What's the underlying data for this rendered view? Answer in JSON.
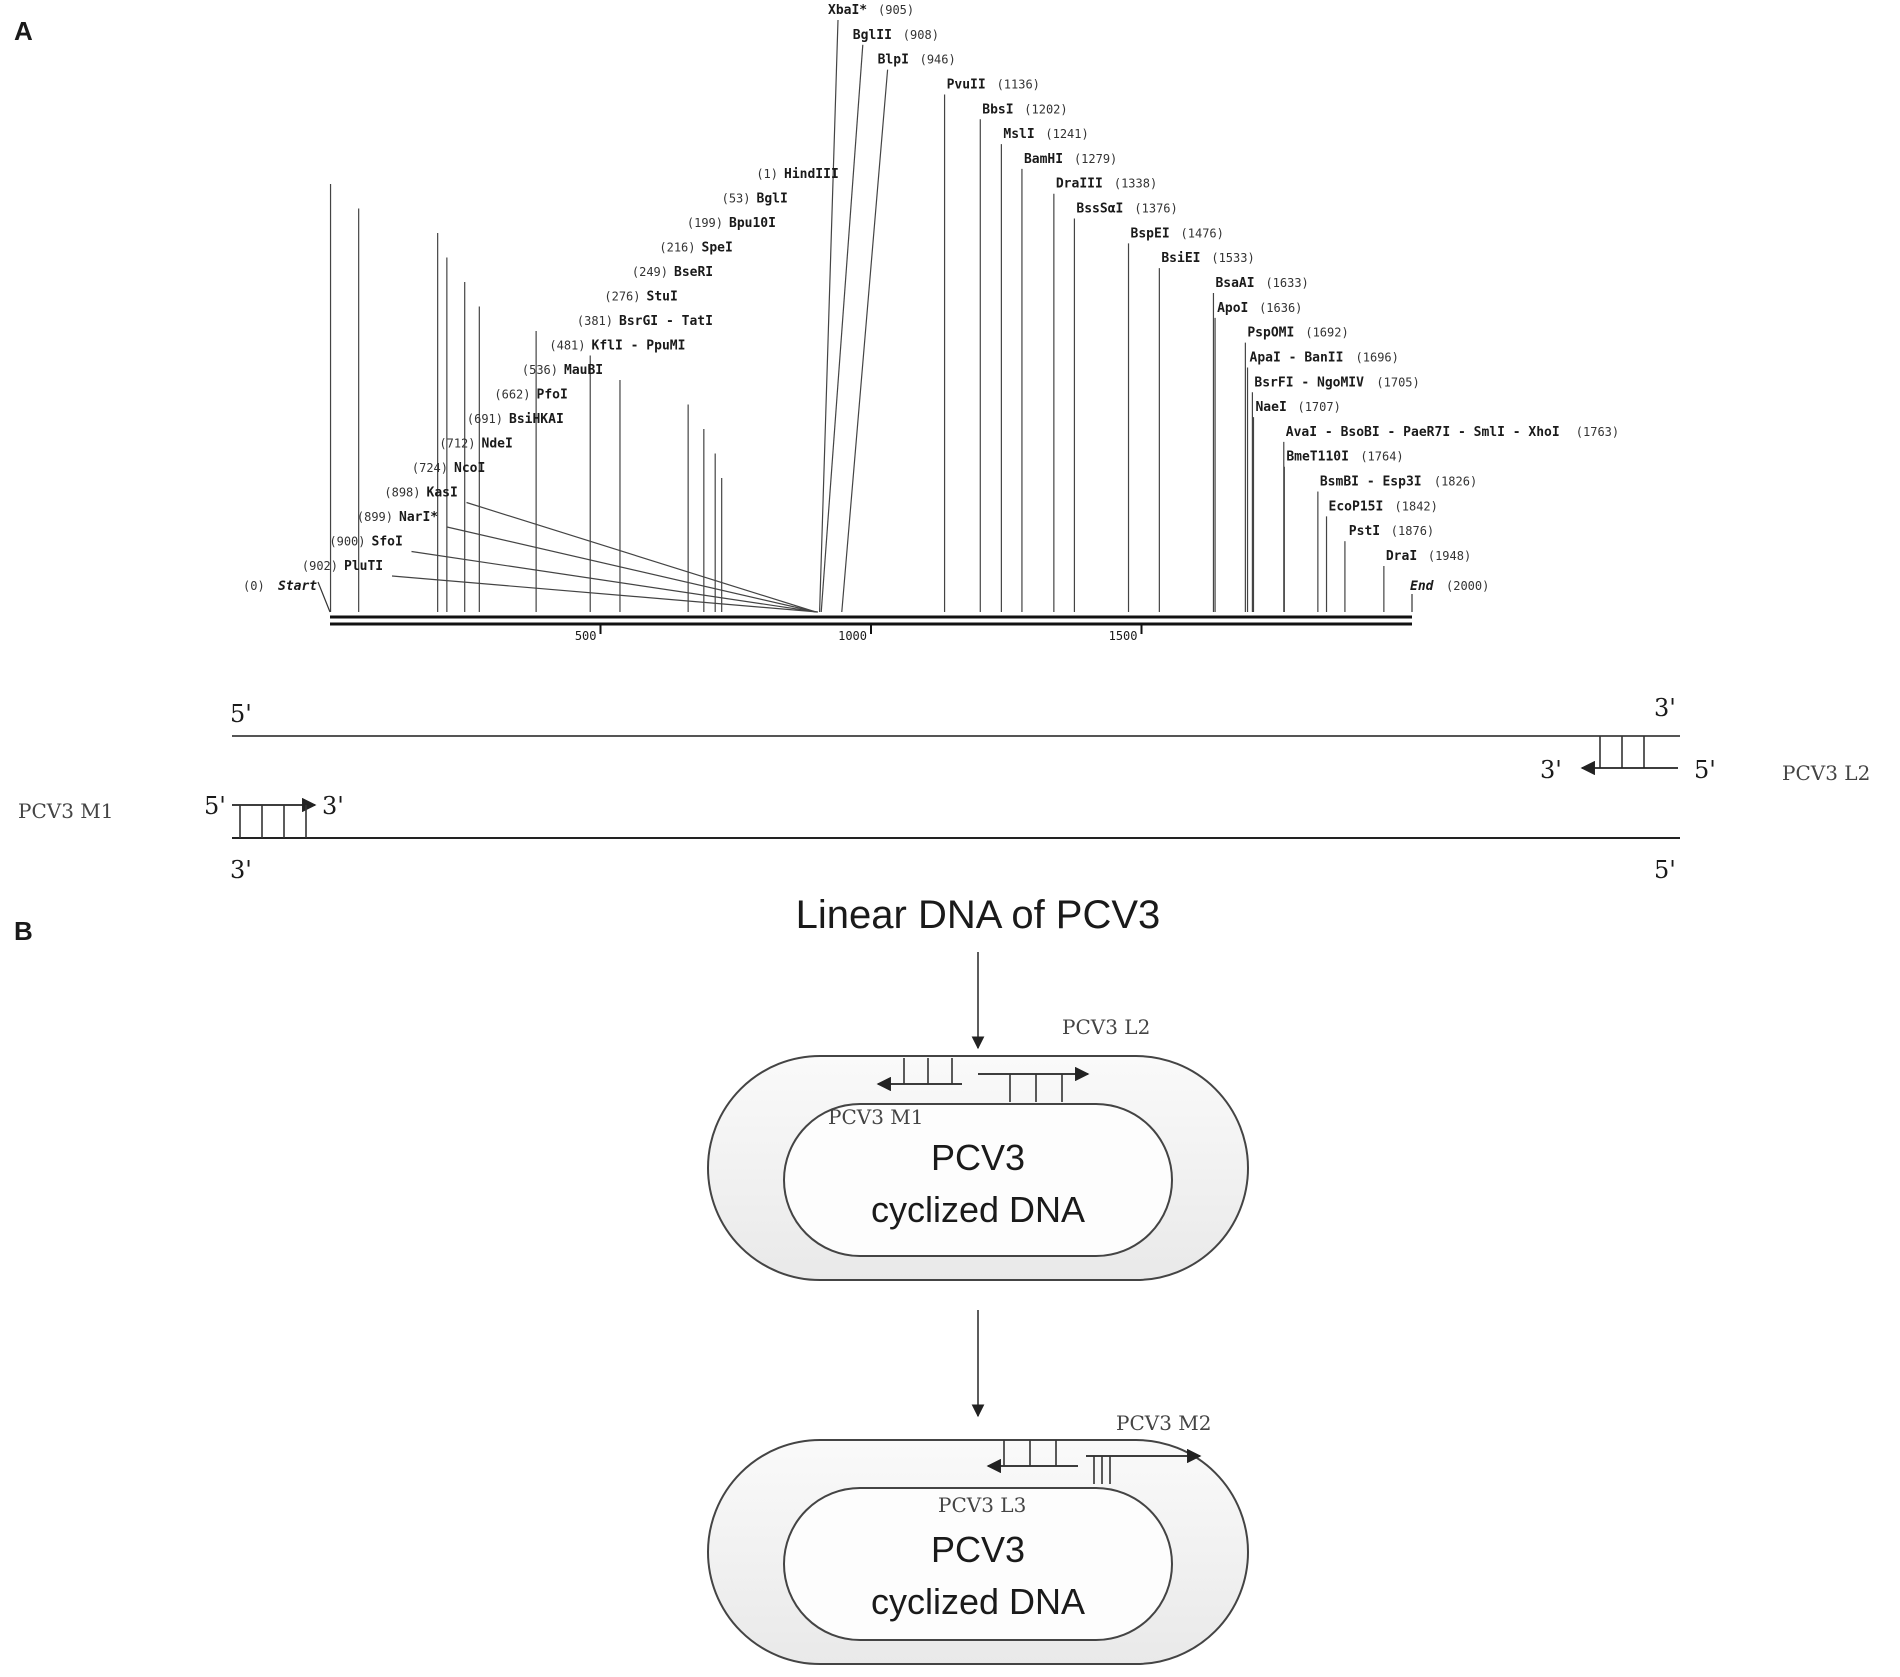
{
  "panels": {
    "a": "A",
    "b": "B"
  },
  "map": {
    "start": {
      "pos": "(0)",
      "name": "Start"
    },
    "end": {
      "pos": "(2000)",
      "name": "End"
    },
    "ticks": [
      "500",
      "1000",
      "1500"
    ],
    "enzymes": [
      {
        "name": "HindIII",
        "pos": "(1)",
        "site": 1,
        "side": "L"
      },
      {
        "name": "BglI",
        "pos": "(53)",
        "site": 53,
        "side": "L"
      },
      {
        "name": "Bpu10I",
        "pos": "(199)",
        "site": 199,
        "side": "L"
      },
      {
        "name": "SpeI",
        "pos": "(216)",
        "site": 216,
        "side": "L"
      },
      {
        "name": "BseRI",
        "pos": "(249)",
        "site": 249,
        "side": "L"
      },
      {
        "name": "StuI",
        "pos": "(276)",
        "site": 276,
        "side": "L"
      },
      {
        "name": "BsrGI - TatI",
        "pos": "(381)",
        "site": 381,
        "side": "L"
      },
      {
        "name": "KflI - PpuMI",
        "pos": "(481)",
        "site": 481,
        "side": "L"
      },
      {
        "name": "MauBI",
        "pos": "(536)",
        "site": 536,
        "side": "L"
      },
      {
        "name": "PfoI",
        "pos": "(662)",
        "site": 662,
        "side": "L"
      },
      {
        "name": "BsiHKAI",
        "pos": "(691)",
        "site": 691,
        "side": "L"
      },
      {
        "name": "NdeI",
        "pos": "(712)",
        "site": 712,
        "side": "L"
      },
      {
        "name": "NcoI",
        "pos": "(724)",
        "site": 724,
        "side": "L"
      },
      {
        "name": "KasI",
        "pos": "(898)",
        "site": 898,
        "side": "L"
      },
      {
        "name": "NarI*",
        "pos": "(899)",
        "site": 899,
        "side": "L"
      },
      {
        "name": "SfoI",
        "pos": "(900)",
        "site": 900,
        "side": "L"
      },
      {
        "name": "PluTI",
        "pos": "(902)",
        "site": 902,
        "side": "L"
      },
      {
        "name": "XbaI*",
        "pos": "(905)",
        "site": 905,
        "side": "R"
      },
      {
        "name": "BglII",
        "pos": "(908)",
        "site": 908,
        "side": "R"
      },
      {
        "name": "BlpI",
        "pos": "(946)",
        "site": 946,
        "side": "R"
      },
      {
        "name": "PvuII",
        "pos": "(1136)",
        "site": 1136,
        "side": "R"
      },
      {
        "name": "BbsI",
        "pos": "(1202)",
        "site": 1202,
        "side": "R"
      },
      {
        "name": "MslI",
        "pos": "(1241)",
        "site": 1241,
        "side": "R"
      },
      {
        "name": "BamHI",
        "pos": "(1279)",
        "site": 1279,
        "side": "R"
      },
      {
        "name": "DraIII",
        "pos": "(1338)",
        "site": 1338,
        "side": "R"
      },
      {
        "name": "BssSαI",
        "pos": "(1376)",
        "site": 1376,
        "side": "R"
      },
      {
        "name": "BspEI",
        "pos": "(1476)",
        "site": 1476,
        "side": "R"
      },
      {
        "name": "BsiEI",
        "pos": "(1533)",
        "site": 1533,
        "side": "R"
      },
      {
        "name": "BsaAI",
        "pos": "(1633)",
        "site": 1633,
        "side": "R"
      },
      {
        "name": "ApoI",
        "pos": "(1636)",
        "site": 1636,
        "side": "R"
      },
      {
        "name": "PspOMI",
        "pos": "(1692)",
        "site": 1692,
        "side": "R"
      },
      {
        "name": "ApaI - BanII",
        "pos": "(1696)",
        "site": 1696,
        "side": "R"
      },
      {
        "name": "BsrFI - NgoMIV",
        "pos": "(1705)",
        "site": 1705,
        "side": "R"
      },
      {
        "name": "NaeI",
        "pos": "(1707)",
        "site": 1707,
        "side": "R"
      },
      {
        "name": "AvaI - BsoBI - PaeR7I - SmlI - XhoI",
        "pos": "(1763)",
        "site": 1763,
        "side": "R"
      },
      {
        "name": "BmeT110I",
        "pos": "(1764)",
        "site": 1764,
        "side": "R"
      },
      {
        "name": "BsmBI - Esp3I",
        "pos": "(1826)",
        "site": 1826,
        "side": "R"
      },
      {
        "name": "EcoP15I",
        "pos": "(1842)",
        "site": 1842,
        "side": "R"
      },
      {
        "name": "PstI",
        "pos": "(1876)",
        "site": 1876,
        "side": "R"
      },
      {
        "name": "DraI",
        "pos": "(1948)",
        "site": 1948,
        "side": "R"
      }
    ]
  },
  "strands": {
    "top_5": "5'",
    "top_3": "3'",
    "l2_3": "3'",
    "l2_5": "5'",
    "m1_5": "5'",
    "m1_3": "3'",
    "bottom_3": "3'",
    "bottom_5": "5'",
    "primer_m1": "PCV3 M1",
    "primer_l2": "PCV3 L2"
  },
  "panel_b": {
    "title": "Linear DNA of PCV3",
    "cycle1": {
      "label_l2": "PCV3 L2",
      "label_m1": "PCV3 M1",
      "line1": "PCV3",
      "line2": "cyclized DNA"
    },
    "cycle2": {
      "label_m2": "PCV3 M2",
      "label_l3": "PCV3 L3",
      "line1": "PCV3",
      "line2": "cyclized DNA"
    }
  }
}
